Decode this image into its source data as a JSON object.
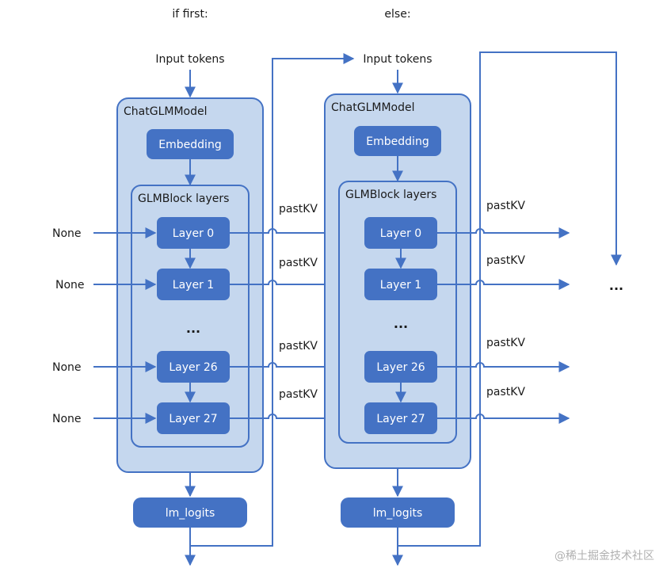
{
  "headers": {
    "left": "if first:",
    "right": "else:"
  },
  "input_label": "Input tokens",
  "model_label": "ChatGLMModel",
  "embedding_label": "Embedding",
  "block_label": "GLMBlock layers",
  "layers": [
    "Layer 0",
    "Layer 1",
    "Layer 26",
    "Layer 27"
  ],
  "none_label": "None",
  "pastkv_label": "pastKV",
  "ellipsis": "...",
  "lm_logits_label": "lm_logits",
  "watermark": "@稀土掘金技术社区",
  "colors": {
    "container_fill": "#c5d7ee",
    "container_stroke": "#4472c4",
    "node_fill": "#4472c4",
    "arrow": "#4472c4"
  }
}
